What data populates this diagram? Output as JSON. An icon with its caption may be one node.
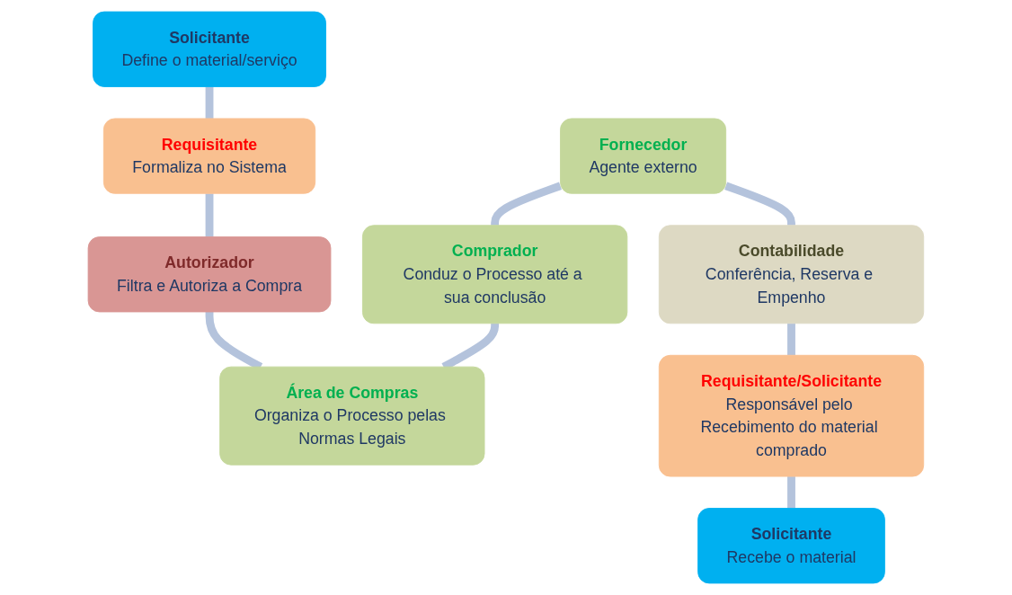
{
  "diagram": {
    "nodes": [
      {
        "text": [
          "Solicitante",
          "Define o material/serviço"
        ]
      },
      {
        "text": [
          "Requisitante",
          "Formaliza no Sistema"
        ]
      },
      {
        "text": [
          "Autorizador",
          "Filtra e Autoriza a Compra"
        ]
      },
      {
        "text": [
          "Fornecedor",
          "Agente externo"
        ]
      },
      {
        "text": [
          "Comprador",
          "Conduz o Processo até a sua conclusão"
        ]
      },
      {
        "text": [
          "Área de Compras",
          "Organiza o Processo pelas Normas Legais"
        ]
      },
      {
        "text": [
          "Contabilidade",
          "Conferência, Reserva e Empenho"
        ]
      },
      {
        "text": [
          "Requisitante/Solicitante",
          "Responsável pelo Recebimento do material comprado"
        ]
      },
      {
        "text": [
          "Solicitante",
          "Recebe o material"
        ]
      }
    ],
    "edges": [
      {
        "from": 0,
        "to": 1,
        "arrow": "none"
      },
      {
        "from": 1,
        "to": 2,
        "arrow": "none"
      },
      {
        "from": 2,
        "to": 5,
        "arrow": "none"
      },
      {
        "from": 5,
        "to": 4,
        "arrow": "none"
      },
      {
        "from": 4,
        "to": 3,
        "arrow": "none"
      },
      {
        "from": 3,
        "to": 6,
        "arrow": "none"
      },
      {
        "from": 6,
        "to": 7,
        "arrow": "none"
      },
      {
        "from": 7,
        "to": 8,
        "arrow": "none"
      }
    ]
  }
}
